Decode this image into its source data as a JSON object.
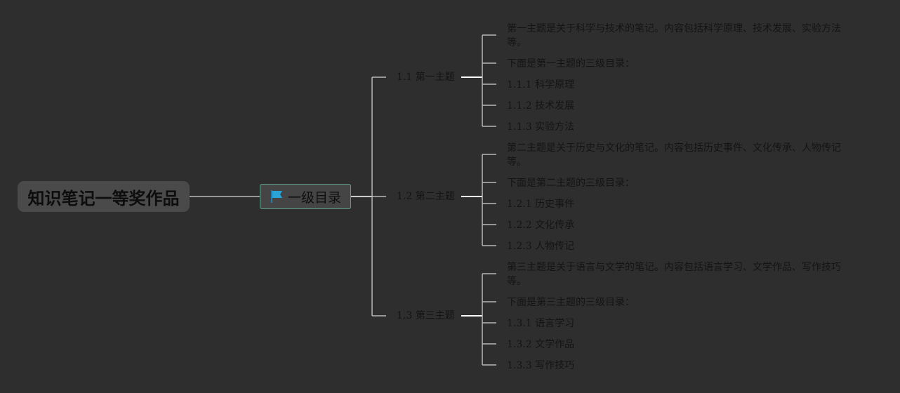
{
  "mindmap": {
    "root": "知识笔记一等奖作品",
    "level1": "一级目录",
    "branches": [
      {
        "title": "1.1 第一主题",
        "items": [
          "第一主题是关于科学与技术的笔记。内容包括科学原理、技术发展、实验方法等。",
          "下面是第一主题的三级目录：",
          "1.1.1 科学原理",
          "1.1.2 技术发展",
          "1.1.3 实验方法"
        ]
      },
      {
        "title": "1.2 第二主题",
        "items": [
          "第二主题是关于历史与文化的笔记。内容包括历史事件、文化传承、人物传记等。",
          "下面是第二主题的三级目录：",
          "1.2.1 历史事件",
          "1.2.2 文化传承",
          "1.2.3 人物传记"
        ]
      },
      {
        "title": "1.3 第三主题",
        "items": [
          "第三主题是关于语言与文学的笔记。内容包括语言学习、文学作品、写作技巧等。",
          "下面是第三主题的三级目录：",
          "1.3.1 语言学习",
          "1.3.2 文学作品",
          "1.3.3 写作技巧"
        ]
      }
    ]
  },
  "colors": {
    "background": "#2e2e2e",
    "connector": "#b8b8b8",
    "connector_active": "#ffffff",
    "flag": "#2aa3d9"
  }
}
